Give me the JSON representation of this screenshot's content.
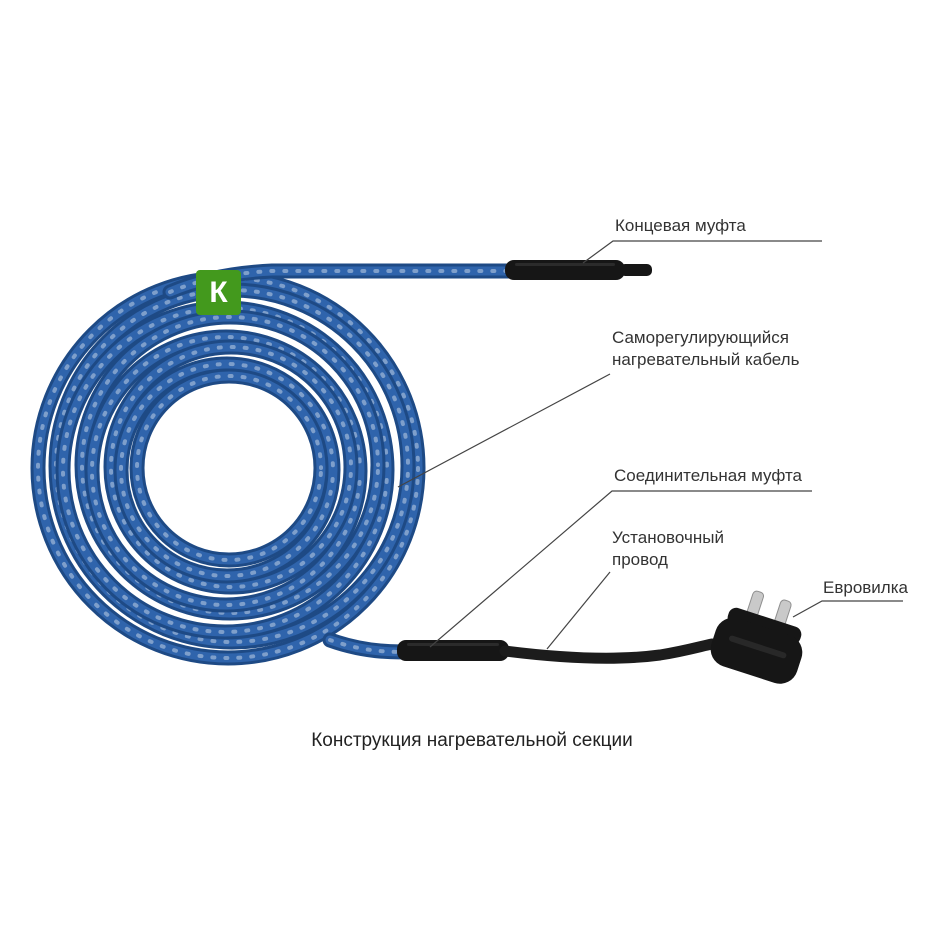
{
  "caption": "Конструкция нагревательной секции",
  "labels": {
    "end_coupling": "Концевая муфта",
    "heating_cable": "Саморегулирующийся нагревательный кабель",
    "connection_coupling": "Соединительная муфта",
    "installation_wire": "Установочный провод",
    "euro_plug": "Евровилка"
  },
  "logo": {
    "letter": "К"
  },
  "colors": {
    "cable_dark": "#1e4a85",
    "cable_blue": "#2f64ac",
    "cable_speckle": "#ffffff",
    "sleeve_black": "#161616",
    "wire_black": "#1c1c1c",
    "pin": "#c9c9c9",
    "pin_edge": "#8f8f8f",
    "logo_green": "#43991d",
    "logo_text": "#ffffff",
    "label_text": "#333333",
    "leader": "#444444",
    "caption_text": "#222222"
  }
}
